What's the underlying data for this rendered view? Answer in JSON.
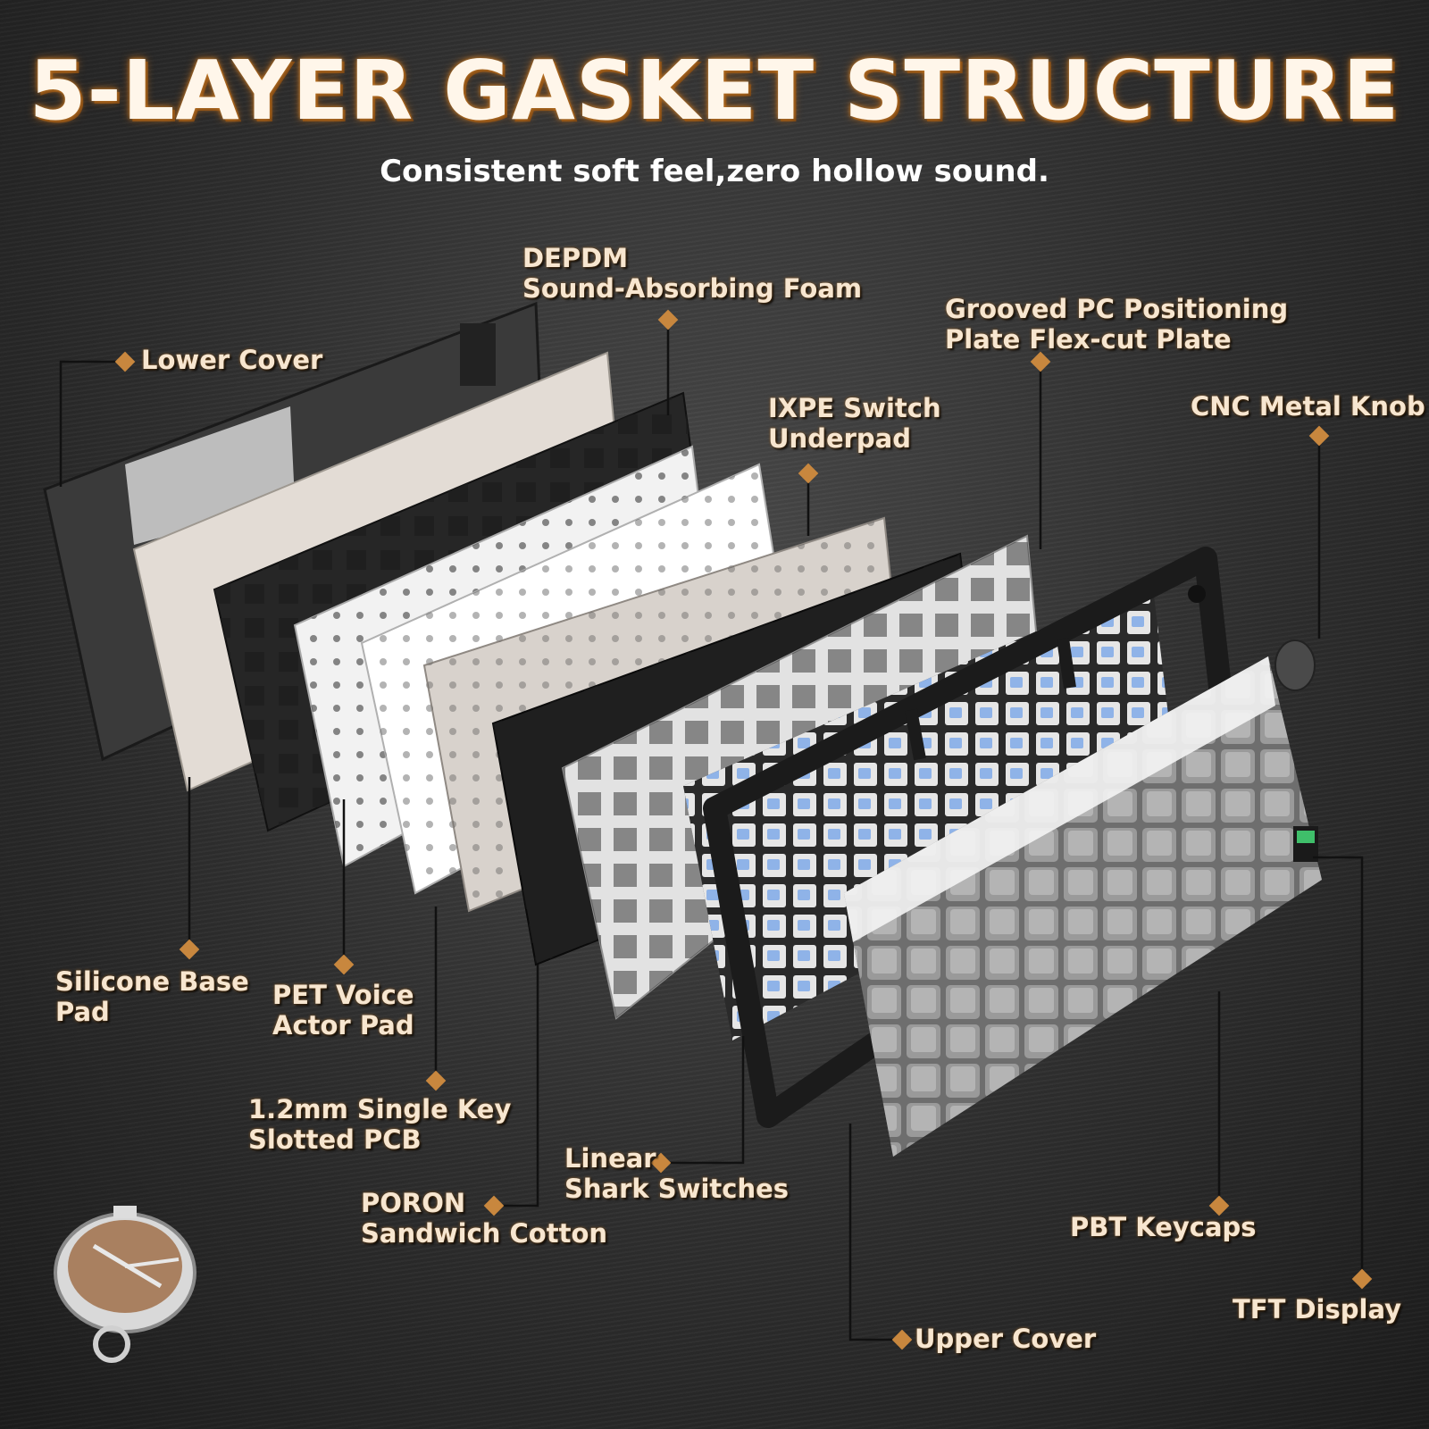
{
  "title": "5-LAYER GASKET STRUCTURE",
  "subtitle": "Consistent soft feel,zero hollow sound.",
  "accent_color": "#c8873e",
  "labels": {
    "lower_cover": "Lower Cover",
    "depdm_line1": "DEPDM",
    "depdm_line2": "Sound-Absorbing Foam",
    "grooved_line1": "Grooved PC Positioning",
    "grooved_line2": "Plate Flex-cut Plate",
    "ixpe_line1": "IXPE Switch",
    "ixpe_line2": "Underpad",
    "knob": "CNC Metal Knob",
    "silicone_line1": "Silicone Base",
    "silicone_line2": "Pad",
    "pet_line1": "PET Voice",
    "pet_line2": "Actor Pad",
    "pcb_line1": "1.2mm Single Key",
    "pcb_line2": "Slotted PCB",
    "switches_line1": "Linear",
    "switches_line2": "Shark Switches",
    "poron_line1": "PORON",
    "poron_line2": "Sandwich Cotton",
    "keycaps": "PBT Keycaps",
    "tft": "TFT Display",
    "upper_cover": "Upper Cover"
  }
}
